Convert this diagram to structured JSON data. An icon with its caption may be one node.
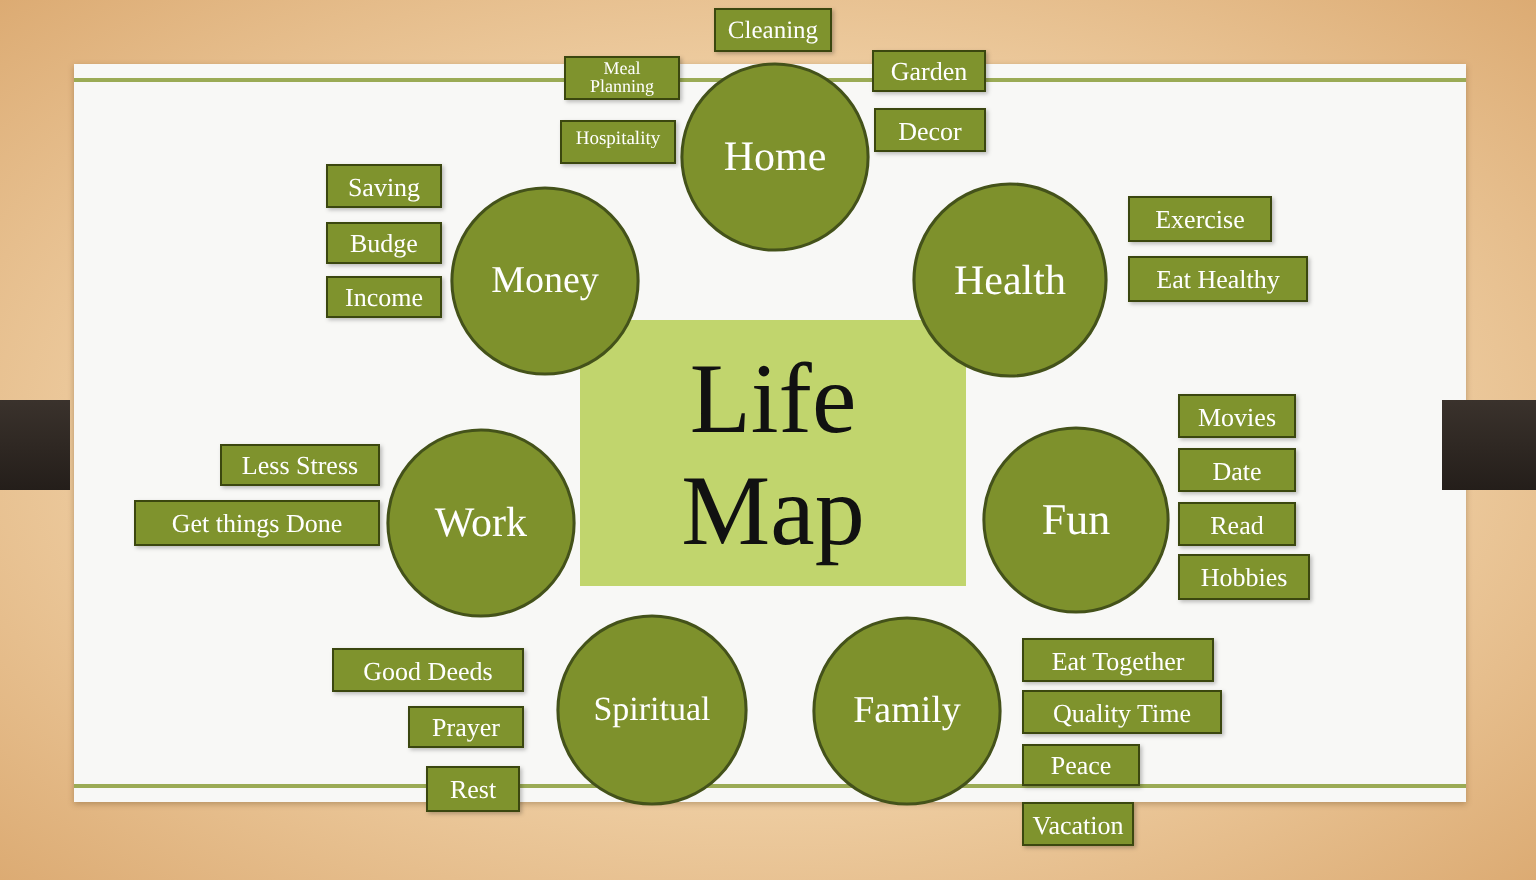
{
  "diagram": {
    "nodes": [
      {
        "text": [
          "Life Map"
        ]
      },
      {
        "text": [
          "Home"
        ]
      },
      {
        "text": [
          "Cleaning"
        ]
      },
      {
        "text": [
          "Meal Planning"
        ]
      },
      {
        "text": [
          "Hospitality"
        ]
      },
      {
        "text": [
          "Garden"
        ]
      },
      {
        "text": [
          "Decor"
        ]
      },
      {
        "text": [
          "Health"
        ]
      },
      {
        "text": [
          "Exercise"
        ]
      },
      {
        "text": [
          "Eat Healthy"
        ]
      },
      {
        "text": [
          "Fun"
        ]
      },
      {
        "text": [
          "Movies"
        ]
      },
      {
        "text": [
          "Date"
        ]
      },
      {
        "text": [
          "Read"
        ]
      },
      {
        "text": [
          "Hobbies"
        ]
      },
      {
        "text": [
          "Family"
        ]
      },
      {
        "text": [
          "Eat Together"
        ]
      },
      {
        "text": [
          "Quality Time"
        ]
      },
      {
        "text": [
          "Peace"
        ]
      },
      {
        "text": [
          "Vacation"
        ]
      },
      {
        "text": [
          "Spiritual"
        ]
      },
      {
        "text": [
          "Good Deeds"
        ]
      },
      {
        "text": [
          "Prayer"
        ]
      },
      {
        "text": [
          "Rest"
        ]
      },
      {
        "text": [
          "Work"
        ]
      },
      {
        "text": [
          "Less Stress"
        ]
      },
      {
        "text": [
          "Get things Done"
        ]
      },
      {
        "text": [
          "Money"
        ]
      },
      {
        "text": [
          "Saving"
        ]
      },
      {
        "text": [
          "Budge"
        ]
      },
      {
        "text": [
          "Income"
        ]
      }
    ]
  }
}
